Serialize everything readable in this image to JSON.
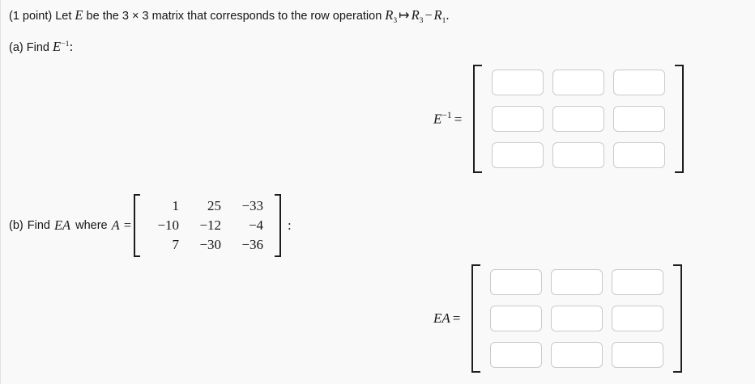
{
  "problem": {
    "points_label": "(1 point)",
    "stem": {
      "before_E": "Let ",
      "E_symbol": "E",
      "after_E": " be the 3 × 3 matrix that corresponds to the row operation ",
      "row_operation": "R₃ ↦ R₃ − R₁.",
      "op_R3_letter": "R",
      "op_sub3": "3",
      "op_mapsto": "↦",
      "op_minus": "−",
      "op_R1_letter": "R",
      "op_sub1": "1",
      "op_period": "."
    },
    "part_a": {
      "marker": "(a)",
      "instruction": "Find",
      "symbol": "E",
      "exponent": "−1",
      "colon": ":"
    },
    "part_b": {
      "marker": "(b)",
      "instruction": "Find",
      "product": "EA",
      "where": "where",
      "matrix_name": "A",
      "equals": "=",
      "trailing_colon": ":"
    }
  },
  "matrix_A": {
    "rows": [
      [
        "1",
        "25",
        "−33"
      ],
      [
        "−10",
        "−12",
        "−4"
      ],
      [
        "7",
        "−30",
        "−36"
      ]
    ]
  },
  "answers": {
    "e_inverse": {
      "label_symbol": "E",
      "label_exponent": "−1",
      "label_equals": "=",
      "cells": [
        [
          "",
          "",
          ""
        ],
        [
          "",
          "",
          ""
        ],
        [
          "",
          "",
          ""
        ]
      ],
      "placeholder": ""
    },
    "ea": {
      "label_symbol": "EA",
      "label_equals": "=",
      "cells": [
        [
          "",
          "",
          ""
        ],
        [
          "",
          "",
          ""
        ],
        [
          "",
          "",
          ""
        ]
      ],
      "placeholder": ""
    }
  },
  "colors": {
    "page_background": "#f9f9f9",
    "text": "#161616",
    "input_border": "#cacaca",
    "input_background": "#ffffff",
    "bracket": "#1f1f1f"
  }
}
